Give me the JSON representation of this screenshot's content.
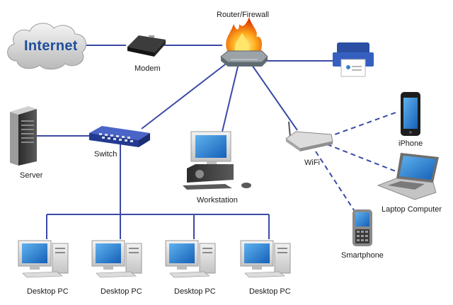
{
  "nodes": {
    "internet": "Internet",
    "modem": "Modem",
    "router": "Router/Firewall",
    "server": "Server",
    "switch": "Switch",
    "workstation": "Workstation",
    "wifi": "WiFi",
    "iphone": "iPhone",
    "laptop": "Laptop Computer",
    "smartphone": "Smartphone",
    "desktops": [
      "Desktop PC",
      "Desktop PC",
      "Desktop PC",
      "Desktop PC"
    ]
  },
  "colors": {
    "wired_link": "#3b4aa6",
    "wireless_link": "#3b4aa6",
    "cloud_text": "#1f4e9c"
  }
}
